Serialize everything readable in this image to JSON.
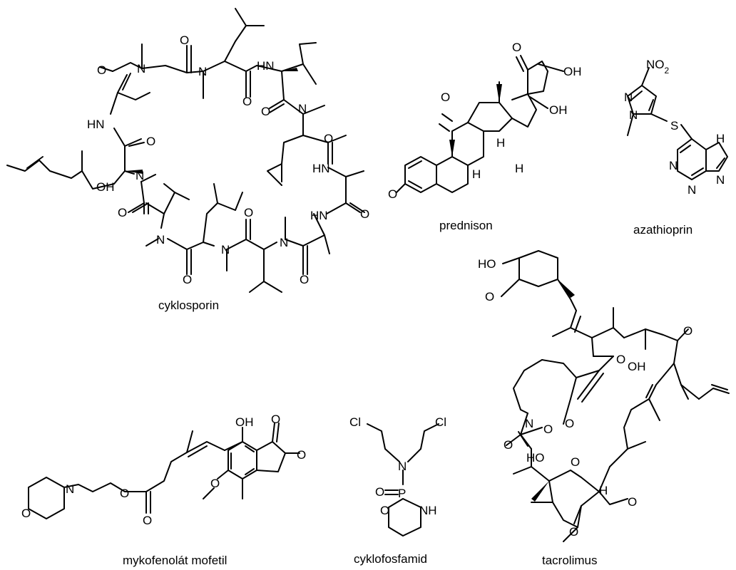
{
  "captions": {
    "cyclosporine": "cyklosporin",
    "prednisone": "prednison",
    "azathioprine": "azathioprin",
    "tacrolimus": "tacrolimus",
    "mycophenolate": "mykofenolát mofetil",
    "cyclophosphamide": "cyklofosfamid"
  },
  "atoms": {
    "N": "N",
    "H": "H",
    "O": "O",
    "HN": "HN",
    "NH": "NH",
    "OH": "OH",
    "HO": "HO",
    "S": "S",
    "P": "P",
    "Cl": "Cl",
    "NO2": "NO2",
    "NO2_main": "NO",
    "NO2_sub": "2"
  }
}
